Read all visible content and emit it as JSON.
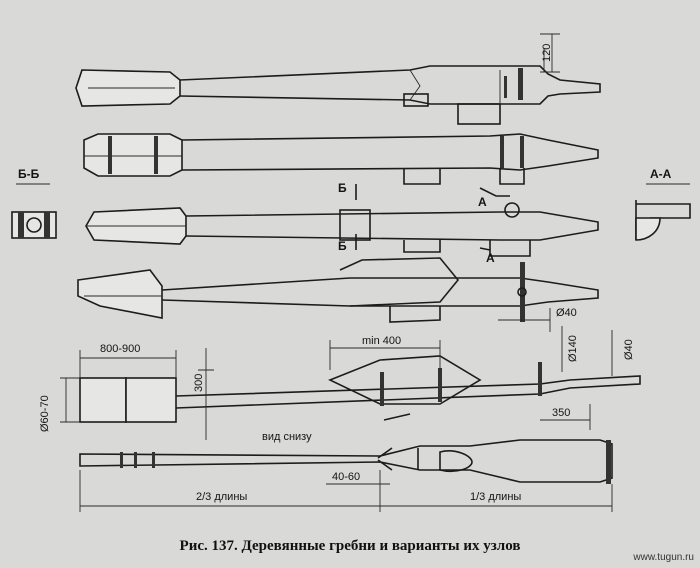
{
  "caption": "Рис. 137. Деревянные гребни и варианты их узлов",
  "watermark": "www.tugun.ru",
  "labels": {
    "dim_120": "120",
    "section_bb": "Б-Б",
    "section_aa": "А-А",
    "mark_b": "Б",
    "mark_a": "А",
    "dia_40_top": "Ø40",
    "min_400": "min 400",
    "dim_800_900": "800-900",
    "dim_300": "300",
    "dia_140": "Ø140",
    "dia_40_right": "Ø40",
    "dia_60_70": "Ø60-70",
    "dim_350": "350",
    "view_bottom": "вид снизу",
    "dim_40_60": "40-60",
    "two_thirds": "2/3 длины",
    "one_third": "1/3 длины"
  }
}
